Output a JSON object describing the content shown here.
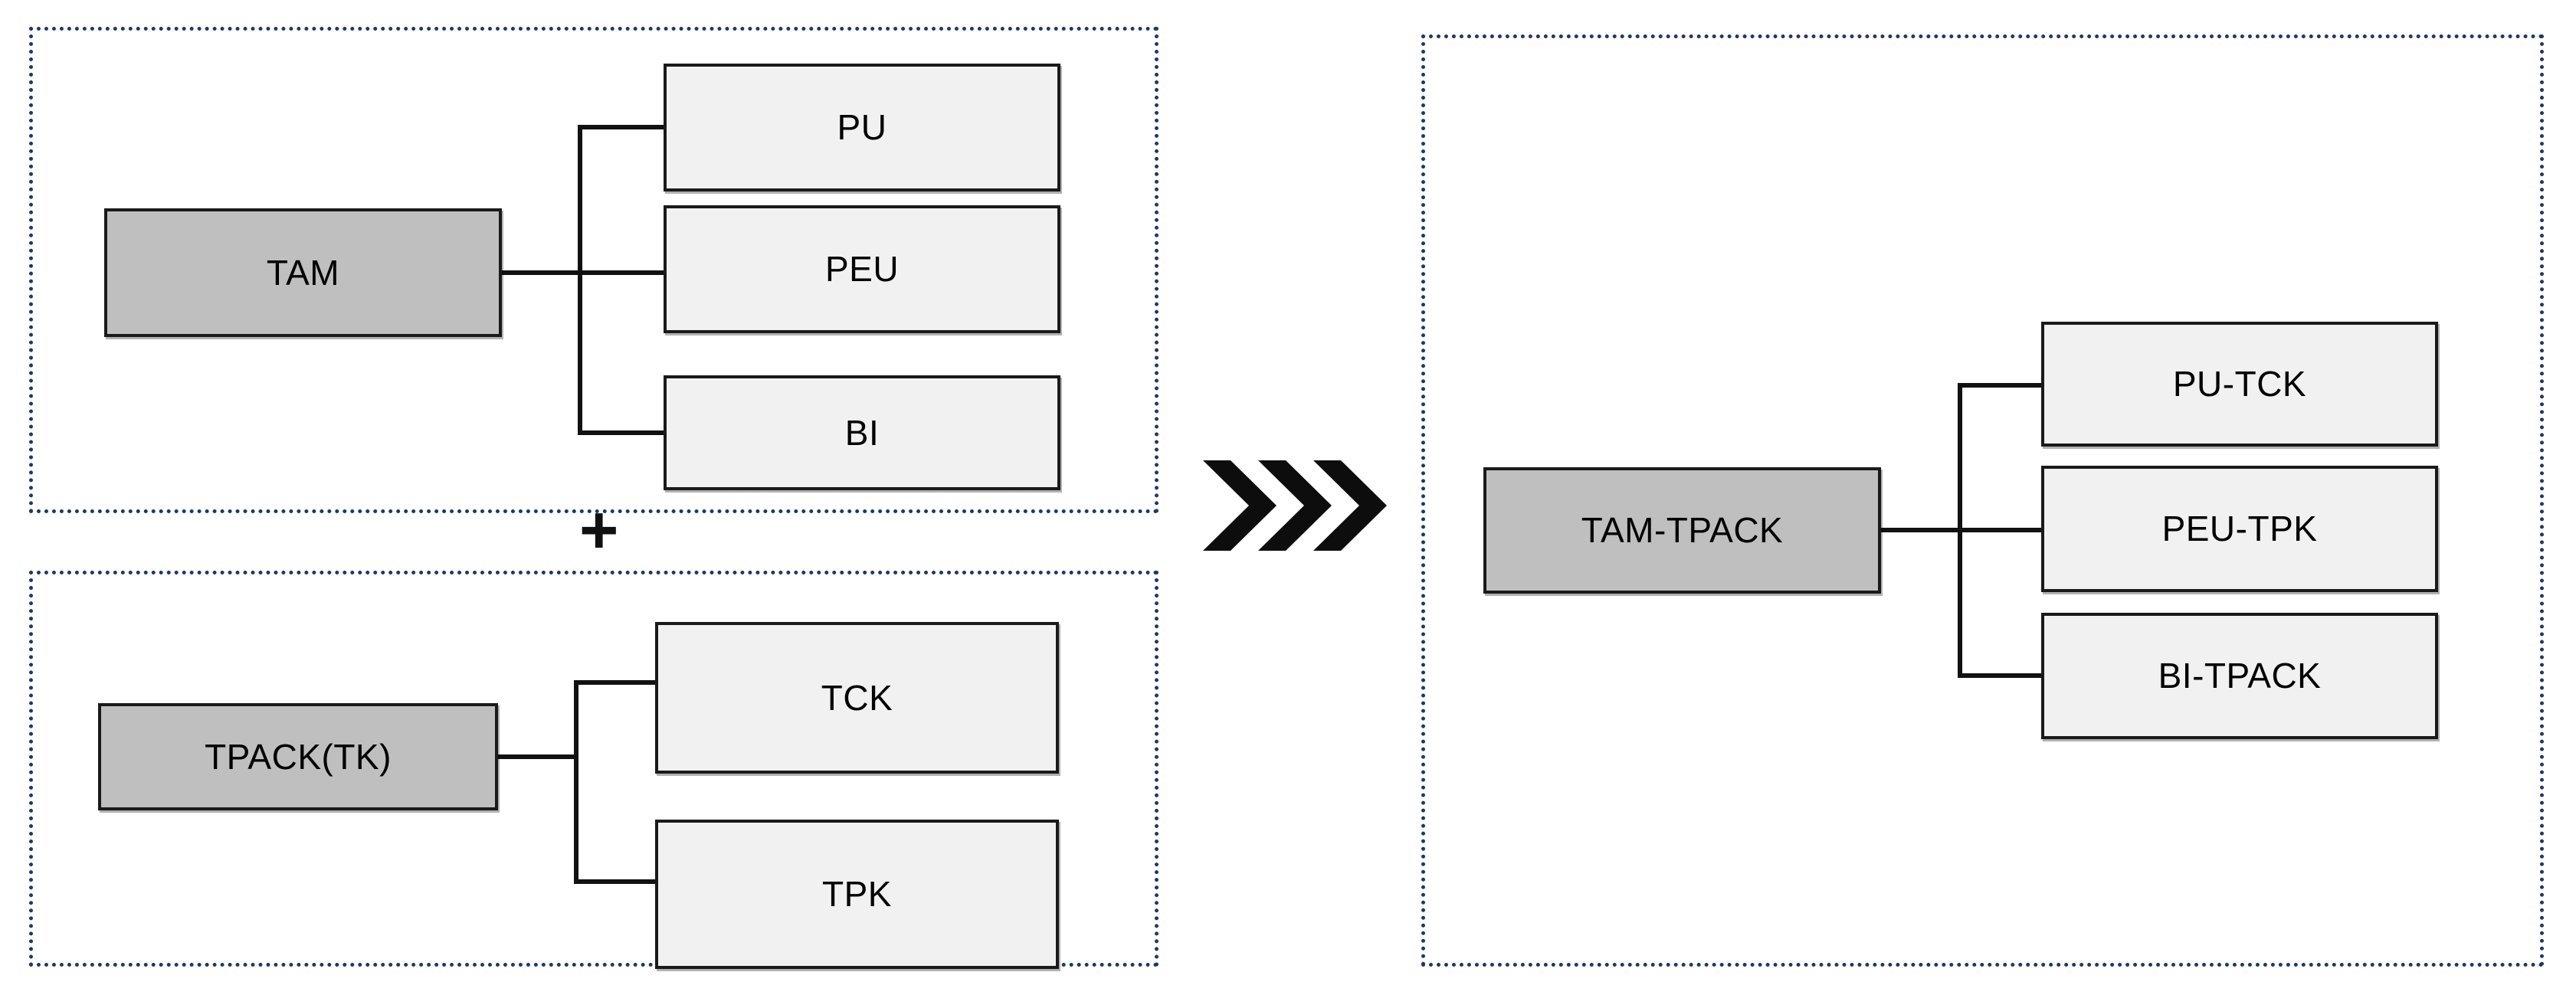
{
  "diagram": {
    "title_present": false,
    "colors": {
      "panel_border": "#1F3864",
      "root_fill": "#BFBFBF",
      "leaf_fill": "#F1F1F1",
      "line": "#111111",
      "text": "#000000",
      "background": "#FFFFFF"
    },
    "left_column": {
      "panels": [
        {
          "id": "tam-panel",
          "root": {
            "label": "TAM"
          },
          "children": [
            {
              "label": "PU"
            },
            {
              "label": "PEU"
            },
            {
              "label": "BI"
            }
          ]
        },
        {
          "id": "tpack-panel",
          "root": {
            "label": "TPACK(TK)"
          },
          "children": [
            {
              "label": "TCK"
            },
            {
              "label": "TPK"
            }
          ]
        }
      ],
      "operator": {
        "symbol": "+",
        "name": "plus-operator"
      }
    },
    "transition": {
      "symbol": "❯❯❯",
      "name": "triple-chevron-arrow",
      "chevron_count": 3
    },
    "right_column": {
      "panel": {
        "id": "tam-tpack-panel",
        "root": {
          "label": "TAM-TPACK"
        },
        "children": [
          {
            "label": "PU-TCK"
          },
          {
            "label": "PEU-TPK"
          },
          {
            "label": "BI-TPACK"
          }
        ]
      }
    }
  }
}
